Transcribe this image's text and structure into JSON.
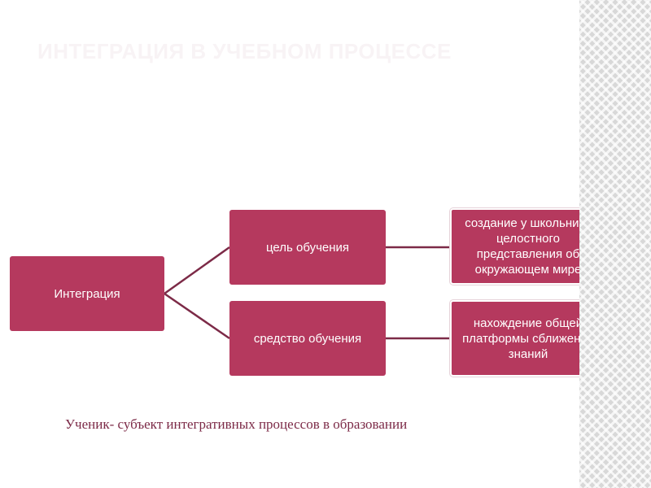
{
  "slide": {
    "title": "ИНТЕГРАЦИЯ В УЧЕБНОМ ПРОЦЕССЕ",
    "caption": "Ученик- субъект интегративных процессов в образовании"
  },
  "diagram": {
    "root": "Интеграция",
    "branches": [
      {
        "label": "цель обучения",
        "leaf": "создание у школьника целостного представления об окружающем мире"
      },
      {
        "label": "средство обучения",
        "leaf": "нахождение общей платформы сближения знаний"
      }
    ]
  },
  "colors": {
    "node_fill": "#b5395e",
    "connector": "#7c2a47",
    "title_text": "#f8f3f5"
  }
}
